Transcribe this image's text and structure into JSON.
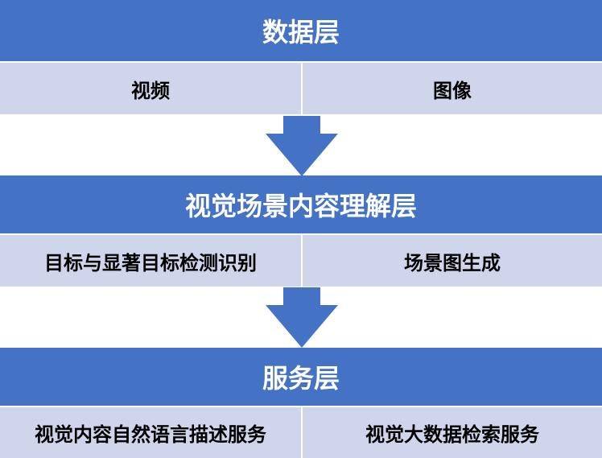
{
  "colors": {
    "header_bg": "#4472c4",
    "cell_bg": "#cfd5ea",
    "arrow": "#4472c4"
  },
  "layers": [
    {
      "title": "数据层",
      "cells": [
        "视频",
        "图像"
      ]
    },
    {
      "title": "视觉场景内容理解层",
      "cells": [
        "目标与显著目标检测识别",
        "场景图生成"
      ]
    },
    {
      "title": "服务层",
      "cells": [
        "视觉内容自然语言描述服务",
        "视觉大数据检索服务"
      ]
    }
  ]
}
